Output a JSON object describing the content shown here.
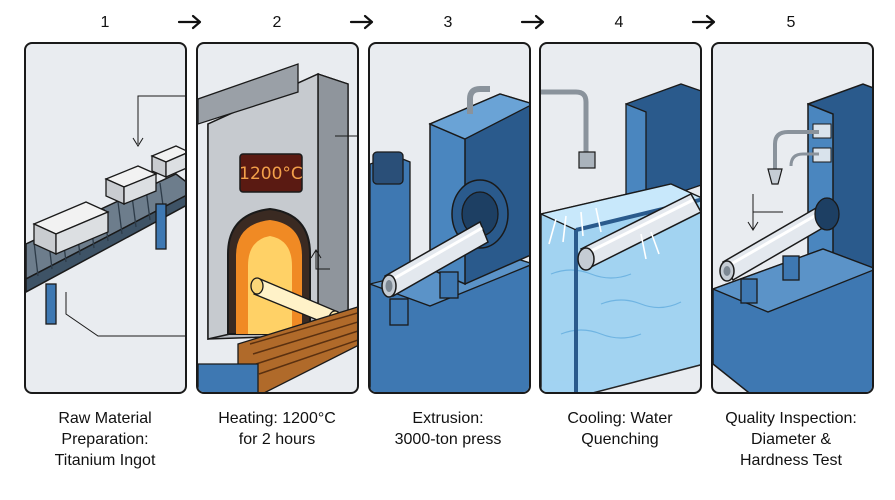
{
  "steps": [
    {
      "number": "1",
      "caption": [
        "Raw Material",
        "Preparation:",
        "Titanium Ingot"
      ]
    },
    {
      "number": "2",
      "caption": [
        "Heating: 1200°C",
        "for 2 hours"
      ]
    },
    {
      "number": "3",
      "caption": [
        "Extrusion:",
        "3000-ton press"
      ]
    },
    {
      "number": "4",
      "caption": [
        "Cooling: Water",
        "Quenching"
      ]
    },
    {
      "number": "5",
      "caption": [
        "Quality Inspection:",
        "Diameter &",
        "Hardness Test"
      ]
    }
  ],
  "furnace_label": "1200°C",
  "icons": [
    "arrow-right-icon",
    "conveyor-icon",
    "furnace-icon",
    "extrusion-press-icon",
    "water-tank-icon",
    "inspection-machine-icon"
  ],
  "colors": {
    "machine_blue": "#3e78b2",
    "machine_dark": "#2a5a8c",
    "outline": "#1a1a1a",
    "furnace_glow": "#f08a24",
    "water": "#8fc8ec",
    "metal": "#d8dde3"
  }
}
